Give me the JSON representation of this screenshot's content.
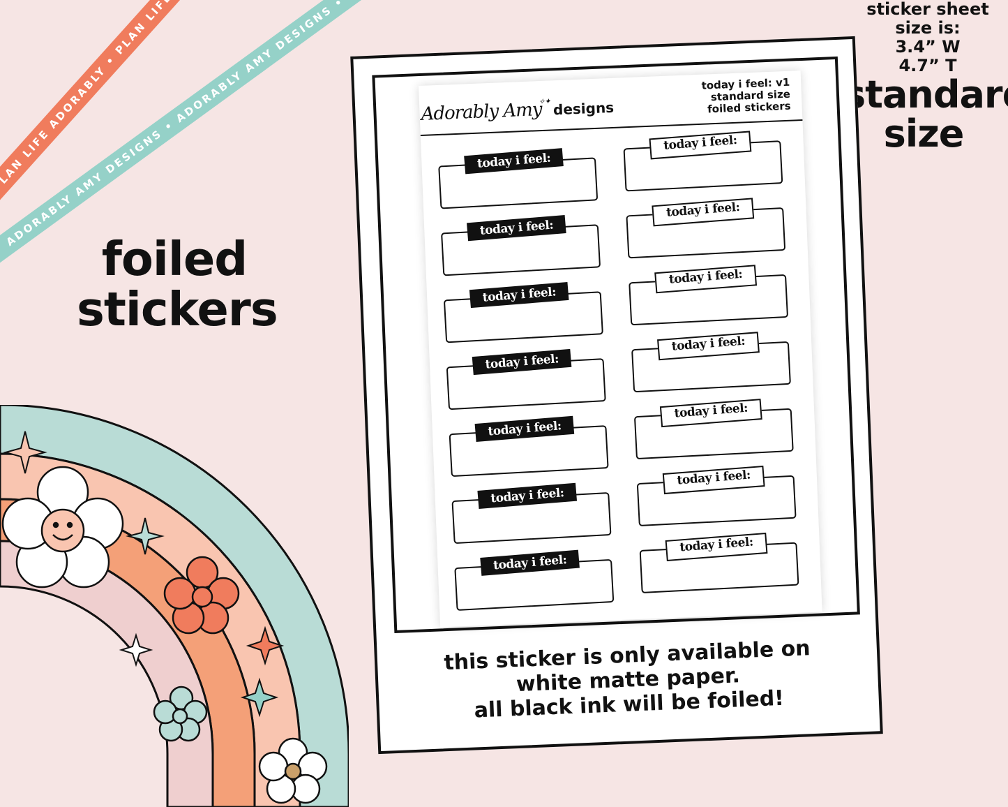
{
  "ribbons": {
    "ribbon_1": "PLAN LIFE ADORABLY • PLAN LIFE ADORABLY • PLAN LIFE ADORABLY •",
    "ribbon_2": "ADORABLY AMY DESIGNS • ADORABLY AMY DESIGNS • ADORABLY AMY DESIGNS •"
  },
  "side_title": [
    "foiled",
    "stickers"
  ],
  "spec": {
    "lines": [
      "sticker sheet",
      "size is:",
      "3.4” W",
      "4.7” T"
    ],
    "size_label": [
      "standard",
      "size"
    ]
  },
  "sheet": {
    "brand": "Adorably Amy",
    "brand_sub": "designs",
    "meta": [
      "today i feel: v1",
      "standard size",
      "foiled stickers"
    ],
    "sticker_label": "today i feel:",
    "left_column_style": "filled-black",
    "right_column_style": "outlined",
    "rows": 7
  },
  "notice": [
    "this sticker is only available on",
    "white matte paper.",
    "all black ink will be foiled!"
  ],
  "colors": {
    "background": "#f6e5e4",
    "coral": "#f07c5d",
    "mint": "#95d1c8",
    "peach": "#f9c5b0",
    "orange": "#f4a078",
    "blush": "#efcfcf",
    "ink": "#111111"
  },
  "icons": [
    "smiley-flower-icon",
    "flower-icon",
    "sparkle-icon"
  ]
}
